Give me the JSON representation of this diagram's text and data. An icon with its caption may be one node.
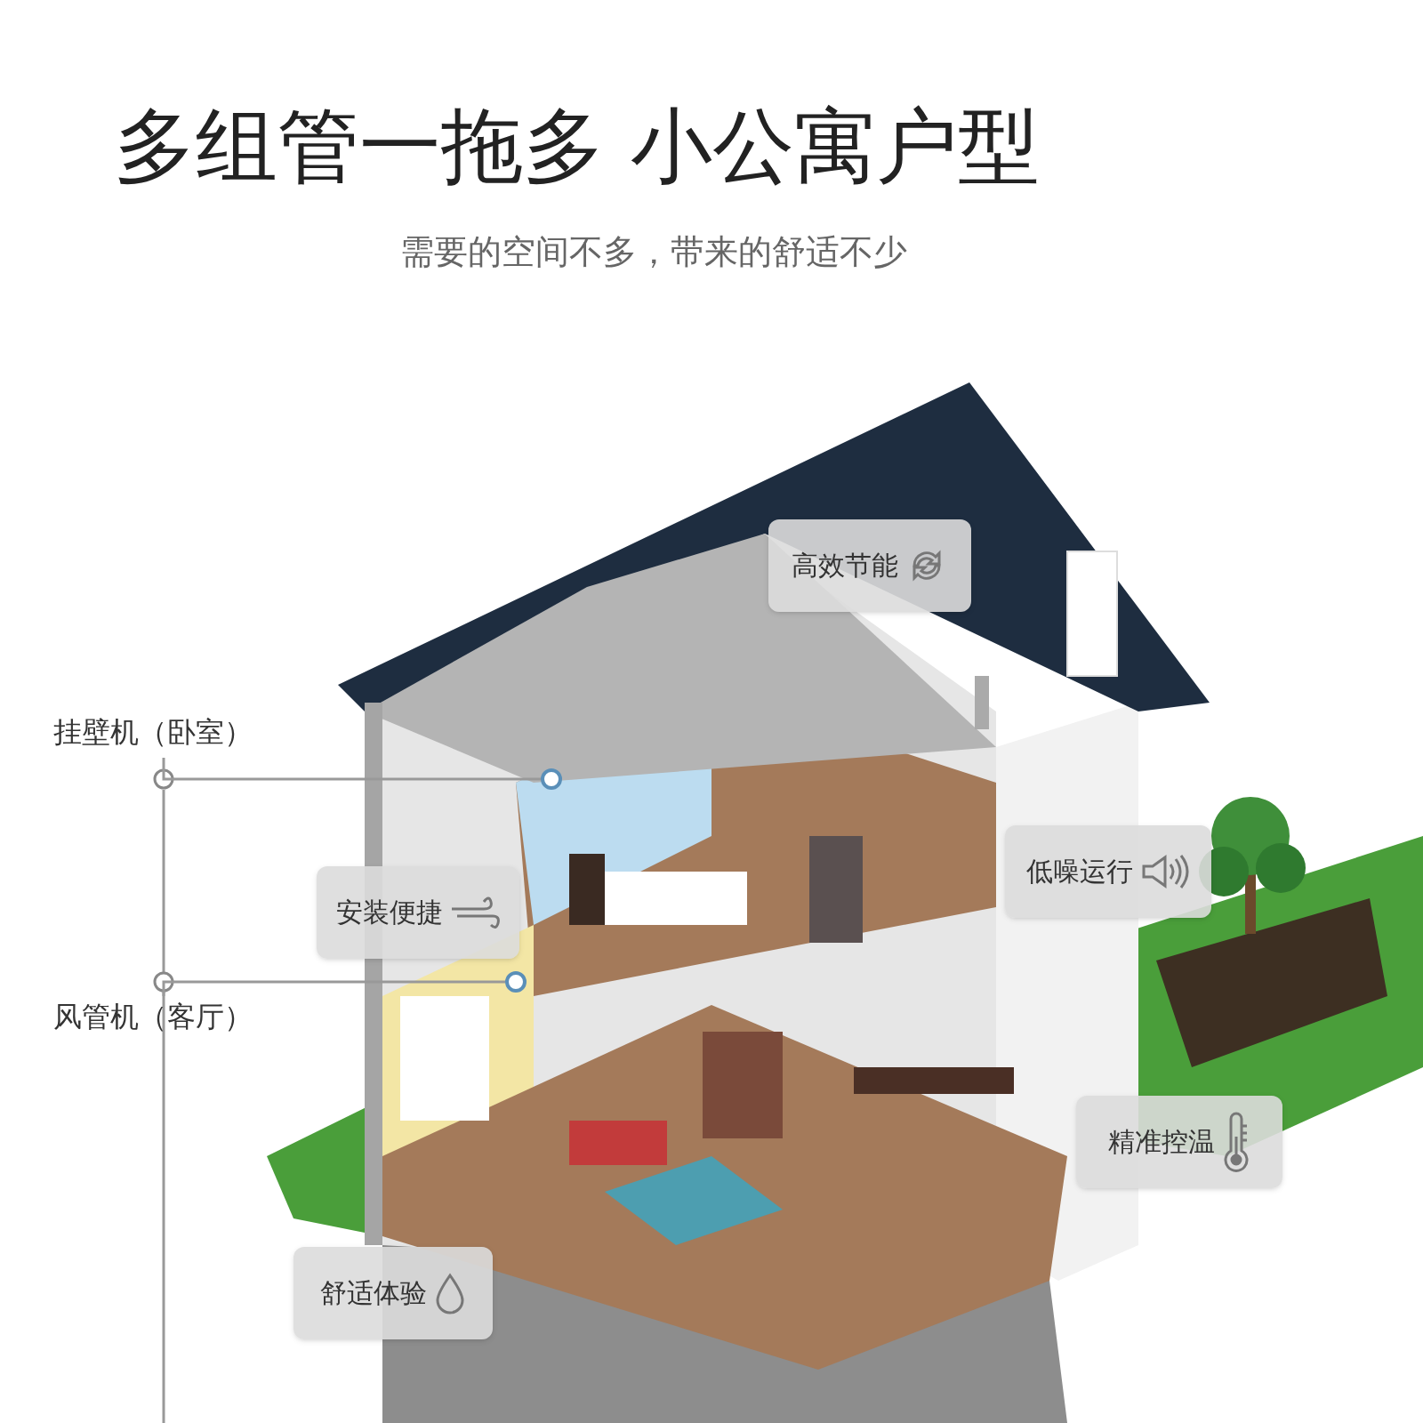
{
  "diagram": {
    "title": "多组管一拖多 小公寓户型",
    "caption": "需要的空间不多，带来的舒适不少",
    "nodes": [
      {
        "text": [
          "挂壁机（卧室）"
        ]
      },
      {
        "text": [],
        "shape": "circle"
      },
      {
        "text": [
          "风管机（客厅）"
        ]
      },
      {
        "text": [],
        "shape": "circle"
      },
      {
        "text": [
          "高效节能"
        ]
      },
      {
        "text": [
          "低噪运行"
        ]
      },
      {
        "text": [
          "安装便捷"
        ]
      },
      {
        "text": [
          "精准控温"
        ]
      },
      {
        "text": [
          "舒适体验"
        ]
      }
    ],
    "edges": [
      {
        "from": 0,
        "to": 1,
        "arrow": "none"
      },
      {
        "from": 2,
        "to": 3,
        "arrow": "none"
      }
    ]
  }
}
